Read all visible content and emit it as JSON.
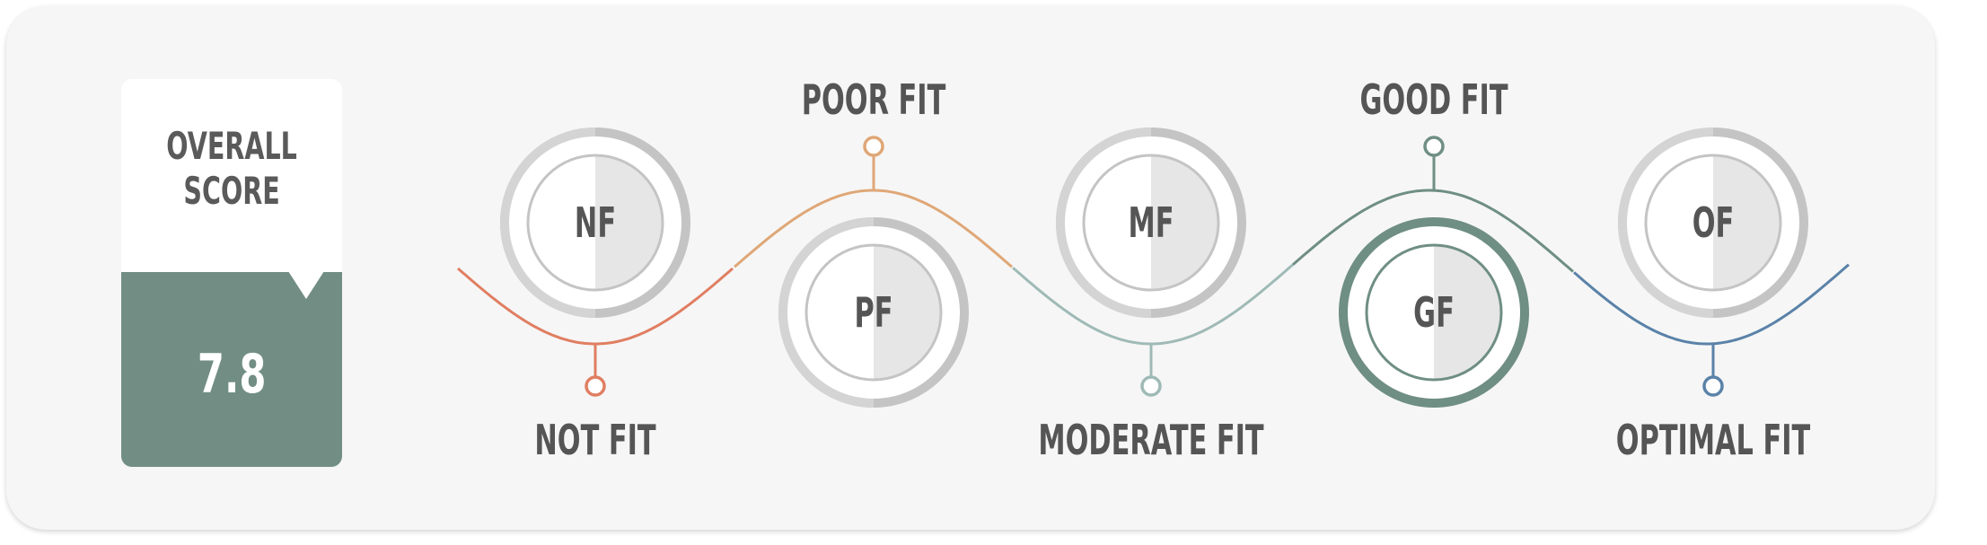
{
  "score_card": {
    "label_line1": "OVERALL",
    "label_line2": "SCORE",
    "value": "7.8"
  },
  "levels": [
    {
      "abbr": "NF",
      "label": "NOT FIT",
      "color": "#e07e62"
    },
    {
      "abbr": "PF",
      "label": "POOR FIT",
      "color": "#dfa777"
    },
    {
      "abbr": "MF",
      "label": "MODERATE FIT",
      "color": "#9fbab6"
    },
    {
      "abbr": "GF",
      "label": "GOOD FIT",
      "color": "#6f8e84"
    },
    {
      "abbr": "OF",
      "label": "OPTIMAL FIT",
      "color": "#5a82a8"
    }
  ],
  "highlighted_level": "GF",
  "colors": {
    "card_bottom": "#728e84",
    "ring_gray": "#c4c4c4",
    "ring_highlight": "#6f8e84",
    "text": "#555555"
  }
}
